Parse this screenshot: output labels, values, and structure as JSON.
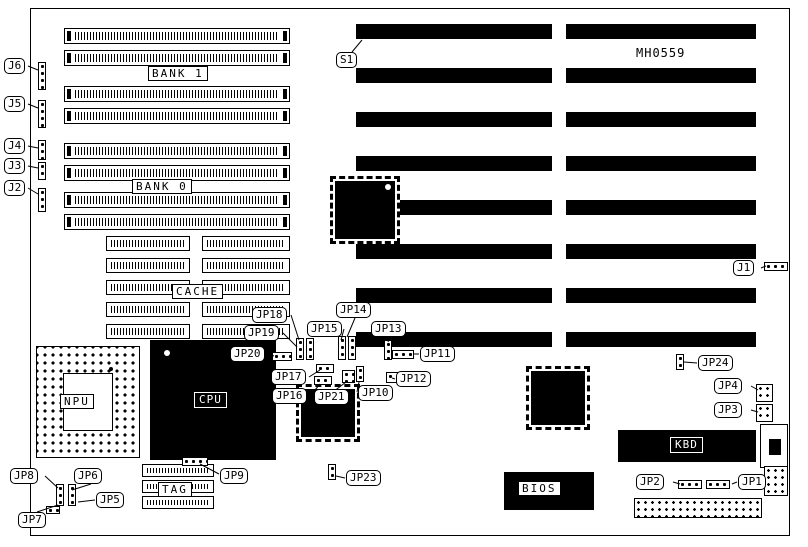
{
  "board": {
    "part_number": "MH0559"
  },
  "connectors": {
    "s1": "S1",
    "j1": "J1",
    "j2": "J2",
    "j3": "J3",
    "j4": "J4",
    "j5": "J5",
    "j6": "J6"
  },
  "memory": {
    "bank1": "BANK 1",
    "bank0": "BANK 0",
    "cache": "CACHE",
    "tag": "TAG"
  },
  "chips": {
    "npu": "NPU",
    "cpu": "CPU",
    "kbd": "KBD",
    "bios": "BIOS"
  },
  "jumpers": {
    "jp1": "JP1",
    "jp2": "JP2",
    "jp3": "JP3",
    "jp4": "JP4",
    "jp5": "JP5",
    "jp6": "JP6",
    "jp7": "JP7",
    "jp8": "JP8",
    "jp9": "JP9",
    "jp10": "JP10",
    "jp11": "JP11",
    "jp12": "JP12",
    "jp13": "JP13",
    "jp14": "JP14",
    "jp15": "JP15",
    "jp16": "JP16",
    "jp17": "JP17",
    "jp18": "JP18",
    "jp19": "JP19",
    "jp20": "JP20",
    "jp21": "JP21",
    "jp23": "JP23",
    "jp24": "JP24"
  }
}
